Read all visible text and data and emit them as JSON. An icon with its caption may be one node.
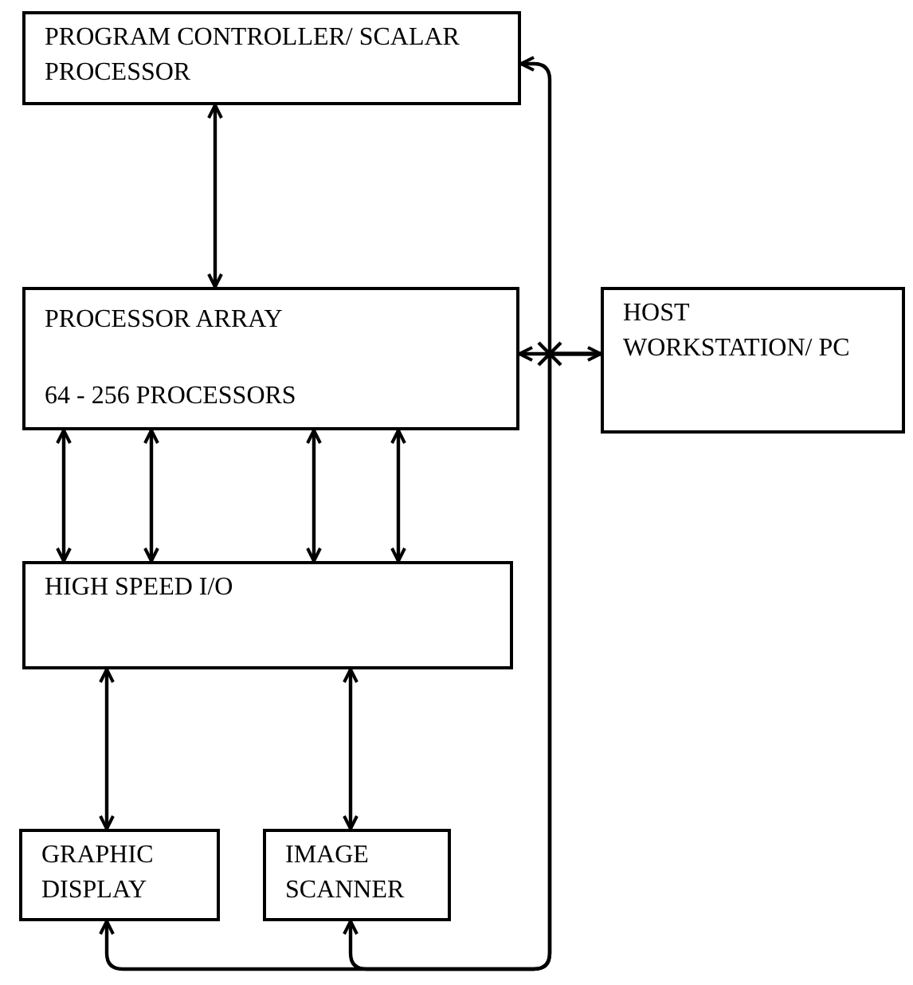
{
  "diagram": {
    "nodes": [
      {
        "text": [
          "PROGRAM CONTROLLER/ SCALAR PROCESSOR"
        ]
      },
      {
        "text": [
          "PROCESSOR ARRAY",
          "64 - 256 PROCESSORS"
        ]
      },
      {
        "text": [
          "HOST WORKSTATION/ PC"
        ]
      },
      {
        "text": [
          "HIGH SPEED I/O"
        ]
      },
      {
        "text": [
          "GRAPHIC DISPLAY"
        ]
      },
      {
        "text": [
          "IMAGE SCANNER"
        ]
      }
    ],
    "edges": [
      {
        "from": 0,
        "to": 1,
        "arrow": "both"
      },
      {
        "from": 1,
        "to": 2,
        "arrow": "both"
      },
      {
        "from": 1,
        "to": 3,
        "arrow": "both"
      },
      {
        "from": 1,
        "to": 3,
        "arrow": "both"
      },
      {
        "from": 1,
        "to": 3,
        "arrow": "both"
      },
      {
        "from": 1,
        "to": 3,
        "arrow": "both"
      },
      {
        "from": 3,
        "to": 4,
        "arrow": "both"
      },
      {
        "from": 3,
        "to": 5,
        "arrow": "both"
      },
      {
        "from": 2,
        "to": 0,
        "arrow": "to"
      },
      {
        "from": 2,
        "to": 4,
        "arrow": "to"
      },
      {
        "from": 2,
        "to": 5,
        "arrow": "to"
      }
    ]
  }
}
